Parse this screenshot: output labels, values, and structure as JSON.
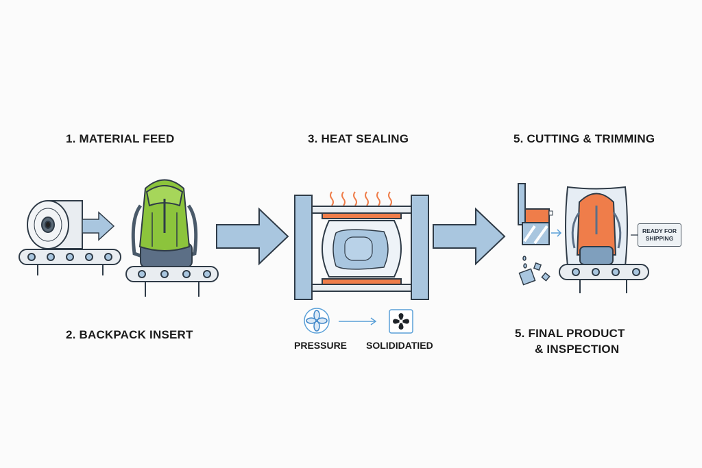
{
  "steps": {
    "material_feed": "1. MATERIAL FEED",
    "backpack_insert": "2. BACKPACK INSERT",
    "heat_sealing": "3. HEAT SEALING",
    "cutting_trimming": "5. CUTTING & TRIMMING",
    "final_product_line1": "5. FINAL PRODUCT",
    "final_product_line2": "& INSPECTION"
  },
  "sealing_stages": {
    "pressure": "PRESSURE",
    "solidified": "SOLIDIDATIED"
  },
  "shipping_tag": {
    "line1": "READY FOR",
    "line2": "SHIPPING"
  },
  "colors": {
    "steel_blue": "#a9c6df",
    "outline": "#2f3b47",
    "orange": "#ef7d4a",
    "green": "#8cc43c"
  }
}
